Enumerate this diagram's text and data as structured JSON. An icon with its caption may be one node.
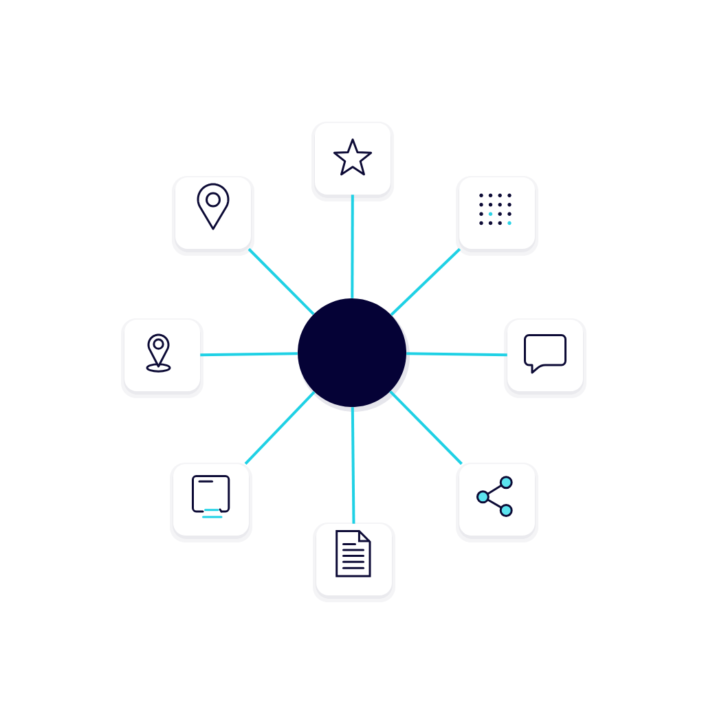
{
  "diagram": {
    "nodes": [
      {
        "text": [],
        "shape": "circle"
      },
      {
        "text": [],
        "shape": "box"
      },
      {
        "text": [],
        "shape": "box"
      },
      {
        "text": [],
        "shape": "box"
      },
      {
        "text": [],
        "shape": "box"
      },
      {
        "text": [],
        "shape": "box"
      },
      {
        "text": [],
        "shape": "box"
      },
      {
        "text": [],
        "shape": "box"
      },
      {
        "text": [],
        "shape": "box"
      }
    ],
    "edges": [
      {
        "from": 0,
        "to": 1,
        "arrow": "none"
      },
      {
        "from": 0,
        "to": 2,
        "arrow": "none"
      },
      {
        "from": 0,
        "to": 3,
        "arrow": "none"
      },
      {
        "from": 0,
        "to": 4,
        "arrow": "none"
      },
      {
        "from": 0,
        "to": 5,
        "arrow": "none"
      },
      {
        "from": 0,
        "to": 6,
        "arrow": "none"
      },
      {
        "from": 0,
        "to": 7,
        "arrow": "none"
      },
      {
        "from": 0,
        "to": 8,
        "arrow": "none"
      }
    ]
  }
}
